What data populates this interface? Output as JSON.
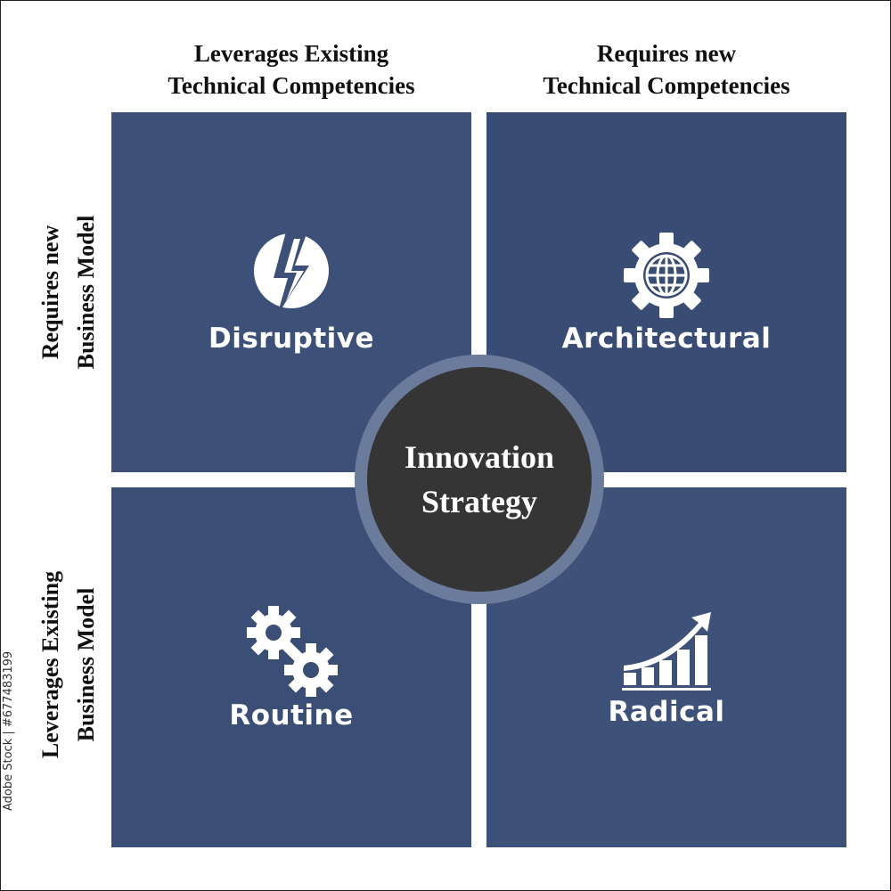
{
  "columns": [
    {
      "line1": "Leverages Existing",
      "line2": "Technical Competencies"
    },
    {
      "line1": "Requires new",
      "line2": "Technical Competencies"
    }
  ],
  "rows": [
    {
      "line1": "Requires new",
      "line2": "Business Model"
    },
    {
      "line1": "Leverages Existing",
      "line2": "Business Model"
    }
  ],
  "quadrants": {
    "top_left": {
      "label": "Disruptive",
      "icon": "lightning-bolt-icon"
    },
    "top_right": {
      "label": "Architectural",
      "icon": "globe-gear-icon"
    },
    "bottom_left": {
      "label": "Routine",
      "icon": "gears-icon"
    },
    "bottom_right": {
      "label": "Radical",
      "icon": "growth-chart-icon"
    }
  },
  "center": {
    "line1": "Innovation",
    "line2": "Strategy"
  },
  "stock_id": "Adobe Stock | #677483199",
  "colors": {
    "quadrant": "#3d5078",
    "center_circle": "#353535",
    "center_ring": "#6b7b9c",
    "text_on_dark": "#ffffff"
  }
}
